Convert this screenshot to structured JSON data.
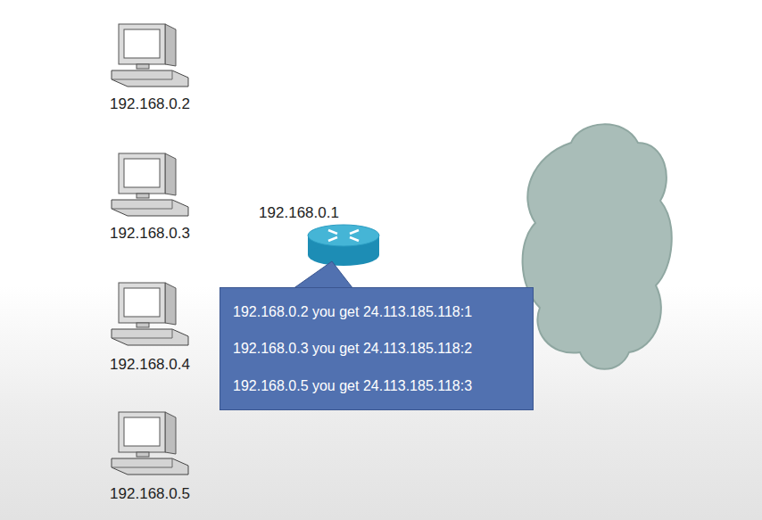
{
  "diagram": {
    "nodes": [
      {
        "text": [
          "192.168.0.2 you get 24.113.185.118:1",
          "192.168.0.3 you get 24.113.185.118:2",
          "192.168.0.5 you get 24.113.185.118:3"
        ]
      }
    ],
    "labels": [
      "192.168.0.2",
      "192.168.0.3",
      "192.168.0.1",
      "192.168.0.4",
      "192.168.0.5"
    ]
  }
}
